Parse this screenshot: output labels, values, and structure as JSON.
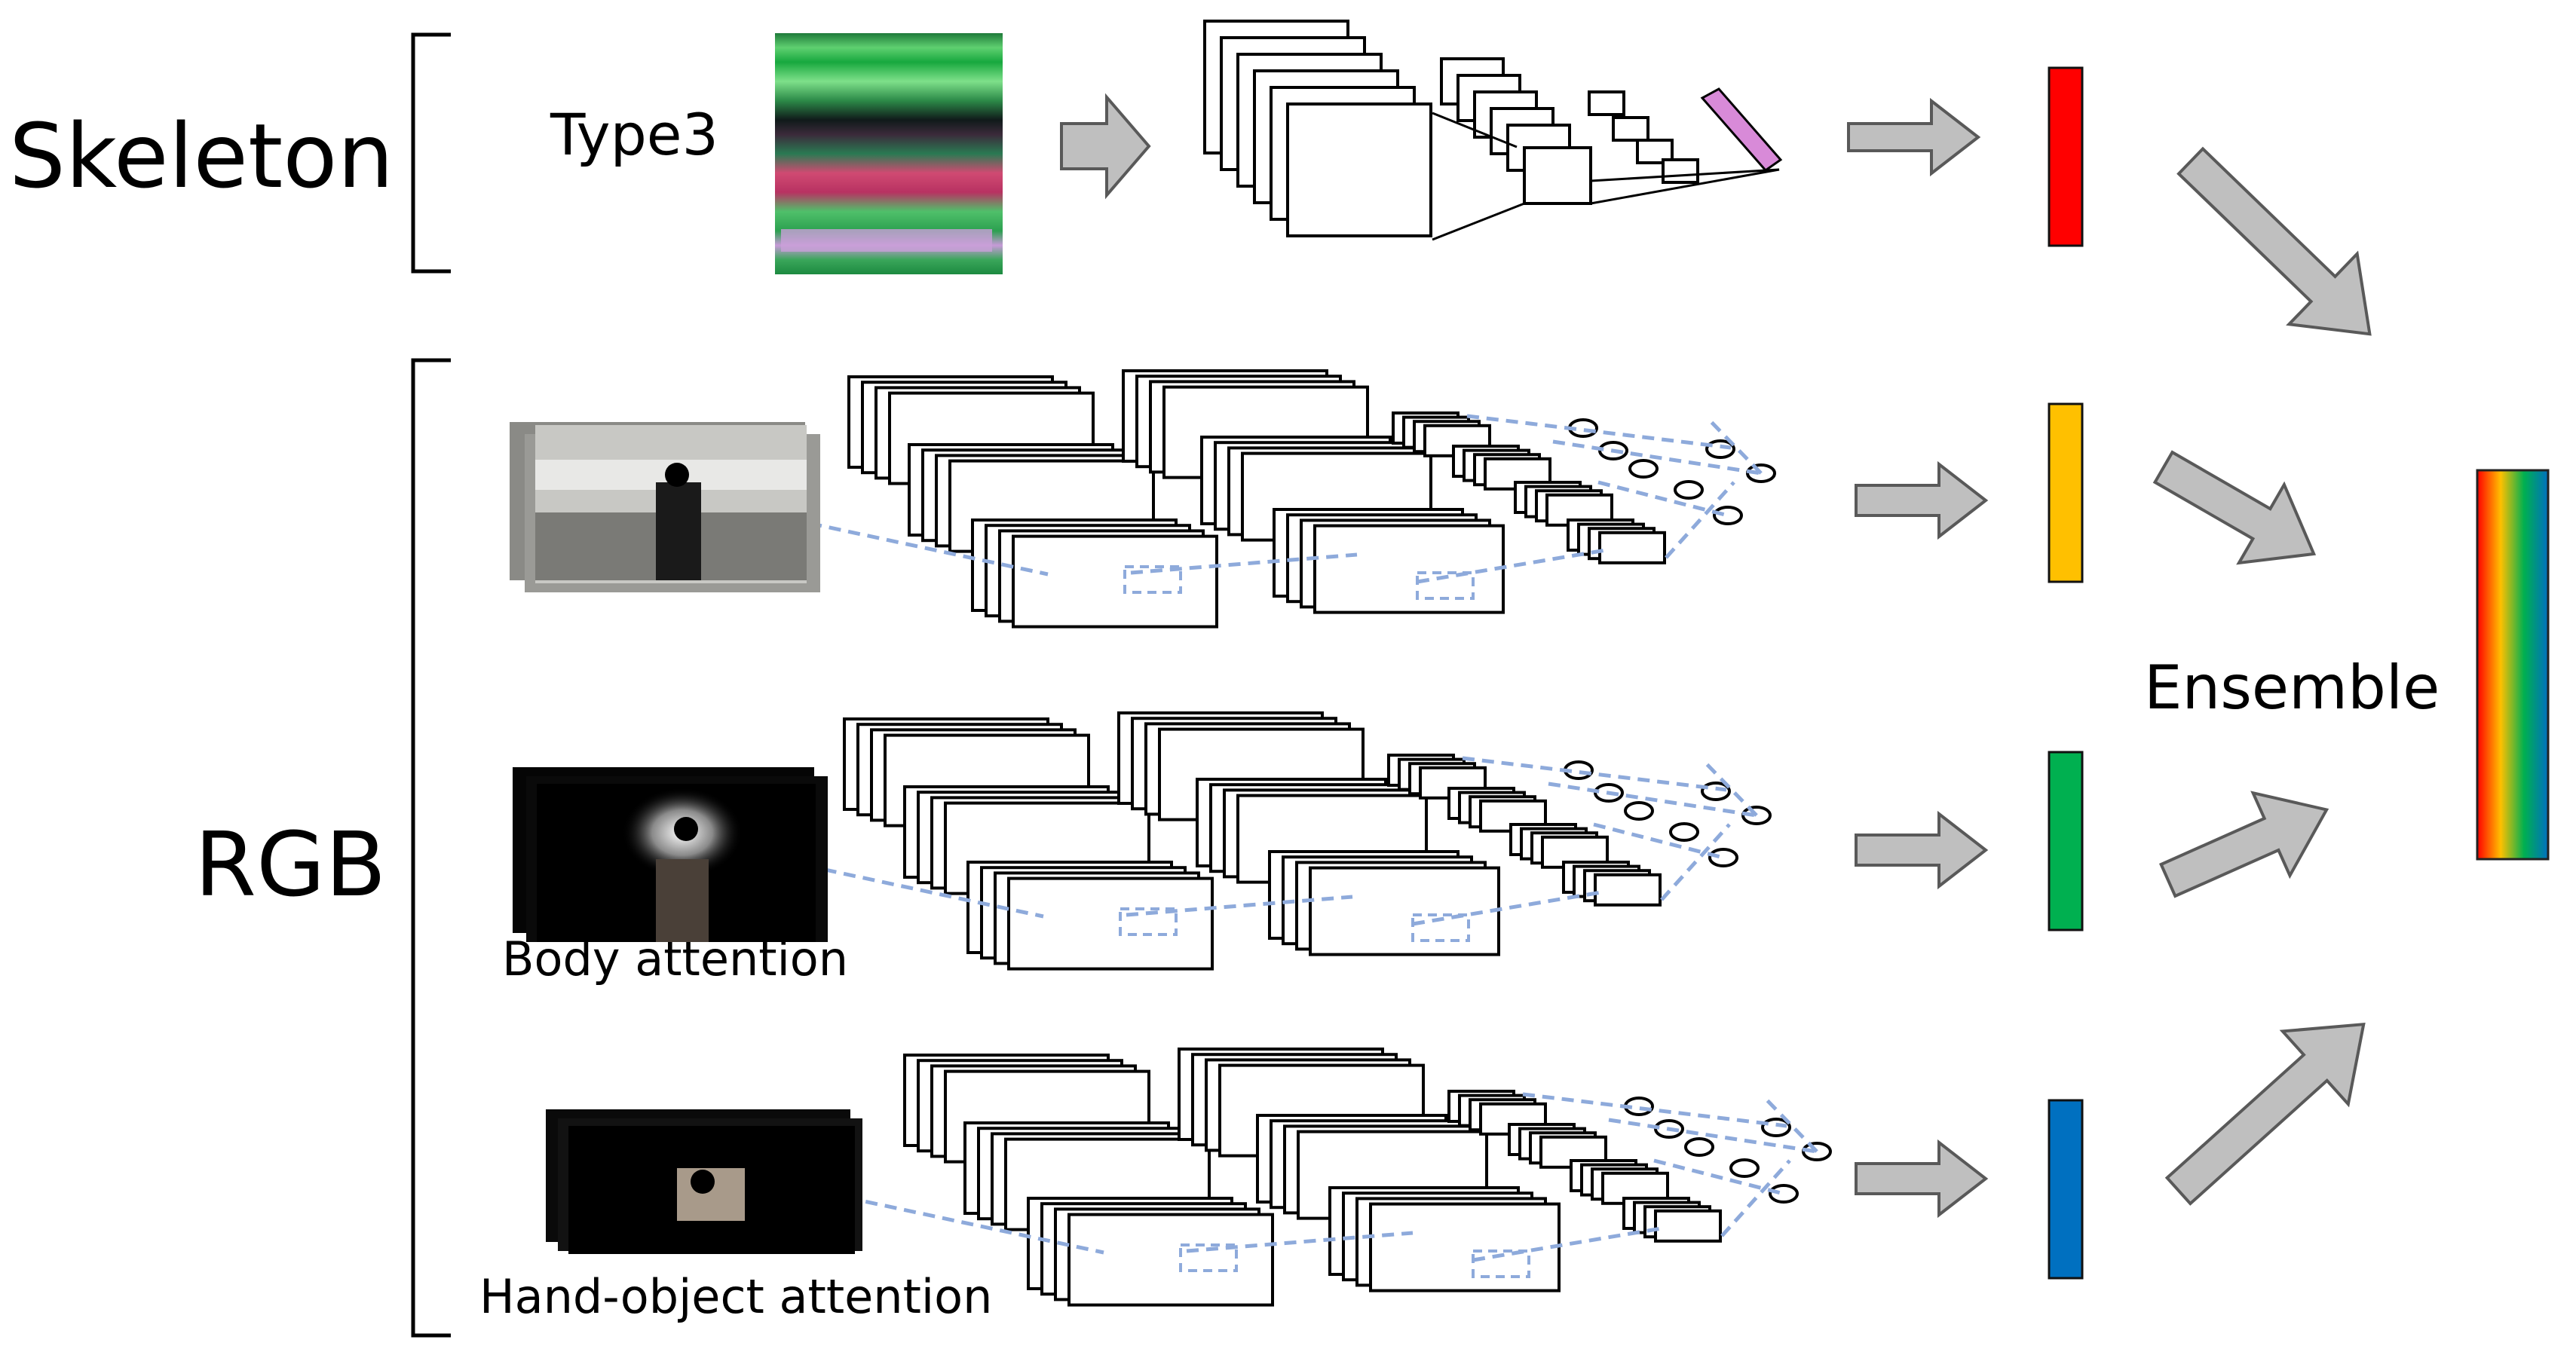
{
  "labels": {
    "skeleton": "Skeleton",
    "rgb": "RGB",
    "type3": "Type3",
    "ensemble": "Ensemble",
    "body_attention": "Body attention",
    "hand_object_attention": "Hand-object  attention"
  },
  "branches": [
    {
      "id": "skeleton",
      "input": "skeleton-image",
      "output_color": "#ff0000"
    },
    {
      "id": "rgb-full",
      "input": "rgb-full-frames",
      "output_color": "#ffc000"
    },
    {
      "id": "rgb-body",
      "input": "body-attention-frames",
      "output_color": "#00b050"
    },
    {
      "id": "rgb-hand",
      "input": "hand-object-attention-frames",
      "output_color": "#0070c0"
    }
  ],
  "colors": {
    "arrow_fill": "#bfbfbf",
    "arrow_stroke": "#595959",
    "dashed_link": "#8eaadb",
    "ensemble_gradient": [
      "#ff0000",
      "#ffc000",
      "#00b050",
      "#0070c0"
    ]
  }
}
